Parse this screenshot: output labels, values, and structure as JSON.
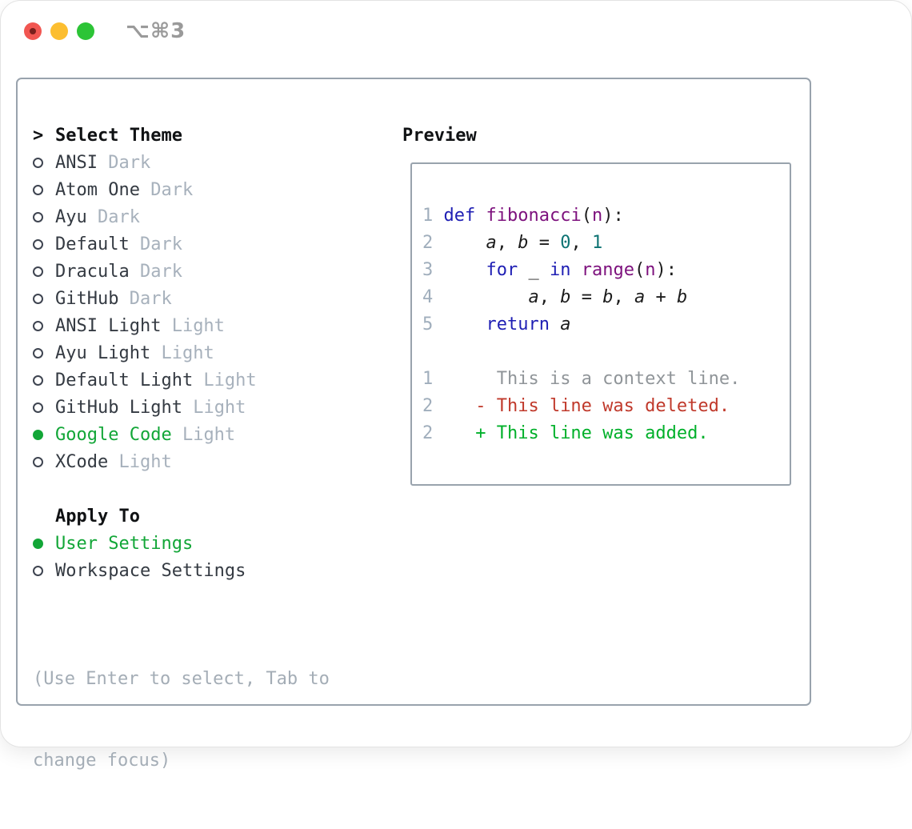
{
  "window": {
    "title": "⌥⌘3",
    "buttons": [
      "close",
      "minimize",
      "zoom"
    ]
  },
  "theme_list": {
    "header_marker": ">",
    "header": "Select Theme",
    "items": [
      {
        "label": "ANSI",
        "variant": "Dark",
        "selected": false
      },
      {
        "label": "Atom One",
        "variant": "Dark",
        "selected": false
      },
      {
        "label": "Ayu",
        "variant": "Dark",
        "selected": false
      },
      {
        "label": "Default",
        "variant": "Dark",
        "selected": false
      },
      {
        "label": "Dracula",
        "variant": "Dark",
        "selected": false
      },
      {
        "label": "GitHub",
        "variant": "Dark",
        "selected": false
      },
      {
        "label": "ANSI Light",
        "variant": "Light",
        "selected": false
      },
      {
        "label": "Ayu Light",
        "variant": "Light",
        "selected": false
      },
      {
        "label": "Default Light",
        "variant": "Light",
        "selected": false
      },
      {
        "label": "GitHub Light",
        "variant": "Light",
        "selected": false
      },
      {
        "label": "Google Code",
        "variant": "Light",
        "selected": true
      },
      {
        "label": "XCode",
        "variant": "Light",
        "selected": false
      }
    ]
  },
  "apply_to": {
    "header": "Apply To",
    "items": [
      {
        "label": "User Settings",
        "selected": true
      },
      {
        "label": "Workspace Settings",
        "selected": false
      }
    ]
  },
  "help_lines": [
    "(Use Enter to select, Tab to",
    "change focus)"
  ],
  "preview": {
    "title": "Preview",
    "lines": [
      [
        {
          "t": "1 ",
          "c": "ln"
        },
        {
          "t": "def ",
          "c": "kw"
        },
        {
          "t": "fibonacci",
          "c": "fn"
        },
        {
          "t": "(",
          "c": "pl"
        },
        {
          "t": "n",
          "c": "param"
        },
        {
          "t": "):",
          "c": "pl"
        }
      ],
      [
        {
          "t": "2 ",
          "c": "ln"
        },
        {
          "t": "    ",
          "c": "pl"
        },
        {
          "t": "a",
          "c": "var"
        },
        {
          "t": ", ",
          "c": "pl"
        },
        {
          "t": "b",
          "c": "var"
        },
        {
          "t": " = ",
          "c": "pl"
        },
        {
          "t": "0",
          "c": "num"
        },
        {
          "t": ", ",
          "c": "pl"
        },
        {
          "t": "1",
          "c": "num"
        }
      ],
      [
        {
          "t": "3 ",
          "c": "ln"
        },
        {
          "t": "    ",
          "c": "pl"
        },
        {
          "t": "for",
          "c": "kw"
        },
        {
          "t": " _ ",
          "c": "pl"
        },
        {
          "t": "in",
          "c": "kw"
        },
        {
          "t": " ",
          "c": "pl"
        },
        {
          "t": "range",
          "c": "fn"
        },
        {
          "t": "(",
          "c": "pl"
        },
        {
          "t": "n",
          "c": "param"
        },
        {
          "t": "):",
          "c": "pl"
        }
      ],
      [
        {
          "t": "4 ",
          "c": "ln"
        },
        {
          "t": "        ",
          "c": "pl"
        },
        {
          "t": "a",
          "c": "var"
        },
        {
          "t": ", ",
          "c": "pl"
        },
        {
          "t": "b",
          "c": "var"
        },
        {
          "t": " = ",
          "c": "pl"
        },
        {
          "t": "b",
          "c": "var"
        },
        {
          "t": ", ",
          "c": "pl"
        },
        {
          "t": "a",
          "c": "var"
        },
        {
          "t": " + ",
          "c": "pl"
        },
        {
          "t": "b",
          "c": "var"
        }
      ],
      [
        {
          "t": "5 ",
          "c": "ln"
        },
        {
          "t": "    ",
          "c": "pl"
        },
        {
          "t": "return ",
          "c": "kw"
        },
        {
          "t": "a",
          "c": "var"
        }
      ],
      [],
      [
        {
          "t": "1",
          "c": "ln"
        },
        {
          "t": "      This is a context line.",
          "c": "ctx"
        }
      ],
      [
        {
          "t": "2",
          "c": "ln"
        },
        {
          "t": "    - This line was deleted.",
          "c": "del"
        }
      ],
      [
        {
          "t": "2",
          "c": "ln"
        },
        {
          "t": "    + This line was added.",
          "c": "add"
        }
      ]
    ]
  },
  "colors": {
    "selected_green": "#12a637",
    "item_text": "#343a42",
    "variant_gray": "#a7b1bc",
    "help_gray": "#a4adb6",
    "panel_border": "#99a3ad",
    "line_number": "#a0aebc",
    "keyword_blue": "#1f1fb4",
    "name_purple": "#7d117d",
    "number_teal": "#0d7373",
    "code_plain": "#1c1c1c",
    "diff_context": "#909599",
    "diff_deleted": "#c0392b",
    "diff_added": "#00b02a",
    "traffic_red": "#f15651",
    "traffic_red_dot": "#7a1f1c",
    "traffic_yellow": "#fcbe30",
    "traffic_green": "#2cc436",
    "title_gray": "#9a9a9a"
  }
}
